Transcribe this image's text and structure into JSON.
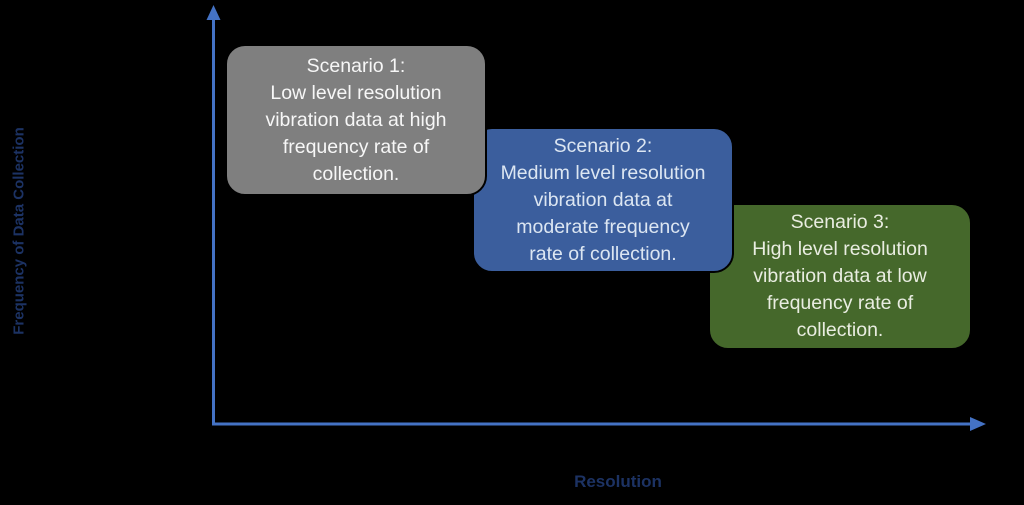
{
  "background": "#000000",
  "axes": {
    "color": "#4472c4",
    "label_color": "#1c3263",
    "y_label": "Frequency of Data Collection",
    "x_label": "Resolution"
  },
  "scenarios": [
    {
      "title": "Scenario 1:",
      "body": "Low level resolution\nvibration data at high\nfrequency rate of\ncollection.",
      "color": "#7f7f7f",
      "text_color": "#f7f7f7"
    },
    {
      "title": "Scenario 2:",
      "body": "Medium level resolution\nvibration data at\nmoderate frequency\nrate of collection.",
      "color": "#3b5e9d",
      "text_color": "#dce6f2"
    },
    {
      "title": "Scenario 3:",
      "body": "High level resolution\nvibration data at low\nfrequency rate of\ncollection.",
      "color": "#45682b",
      "text_color": "#e9ede1"
    }
  ]
}
